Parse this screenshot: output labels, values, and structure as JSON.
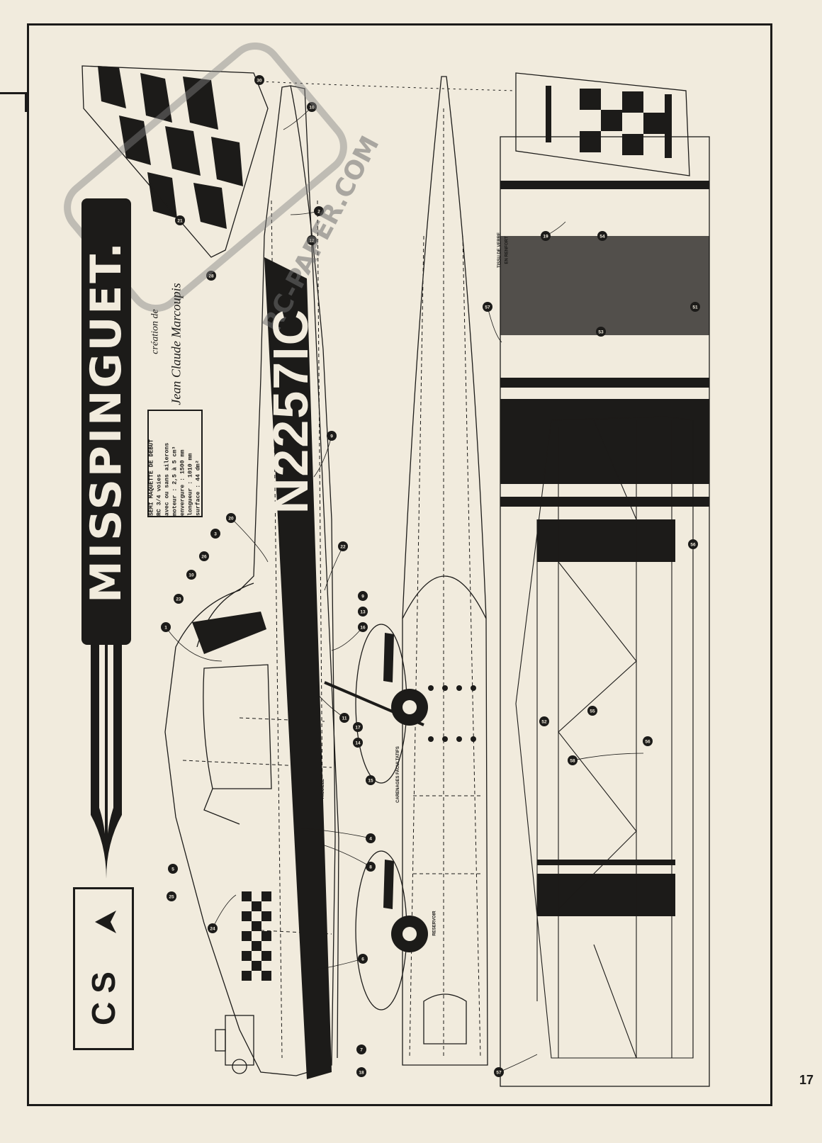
{
  "page_number": "17",
  "title": "MISSPINGUET.",
  "author": {
    "line1": "création de",
    "line2": "Jean Claude Marcoupis"
  },
  "registration": "N2257IC",
  "logo": {
    "letters": "CS"
  },
  "specs": {
    "heading": "SEMI MAQUETTE DE DEBUT",
    "line1": "RC 3/4 voies",
    "line2": "avec ou sans ailerons",
    "line3": "moteur : 2,5 à 5 cm³",
    "line4": "envergure : 1500 mm",
    "line5": "longueur : 1010 mm",
    "line6": "surface : 44 dm²"
  },
  "labels": {
    "tissu": "TISSU DE VERRE",
    "renfort": "EN RENFORT",
    "reservoir": "RESERVOIR",
    "carenages": "CARENAGES FACULTATIFS",
    "aiguille": "AIGUILLE"
  },
  "watermark": "RC-PAPER.COM",
  "part_numbers": [
    "30",
    "10",
    "2",
    "12",
    "28",
    "21",
    "9",
    "20",
    "22",
    "3",
    "26",
    "10",
    "23",
    "1",
    "9",
    "13",
    "16",
    "11",
    "17",
    "14",
    "15",
    "4",
    "8",
    "5",
    "25",
    "24",
    "6",
    "7",
    "18",
    "19",
    "54",
    "57",
    "51",
    "53",
    "56",
    "52",
    "55",
    "56",
    "58",
    "57",
    "53"
  ]
}
